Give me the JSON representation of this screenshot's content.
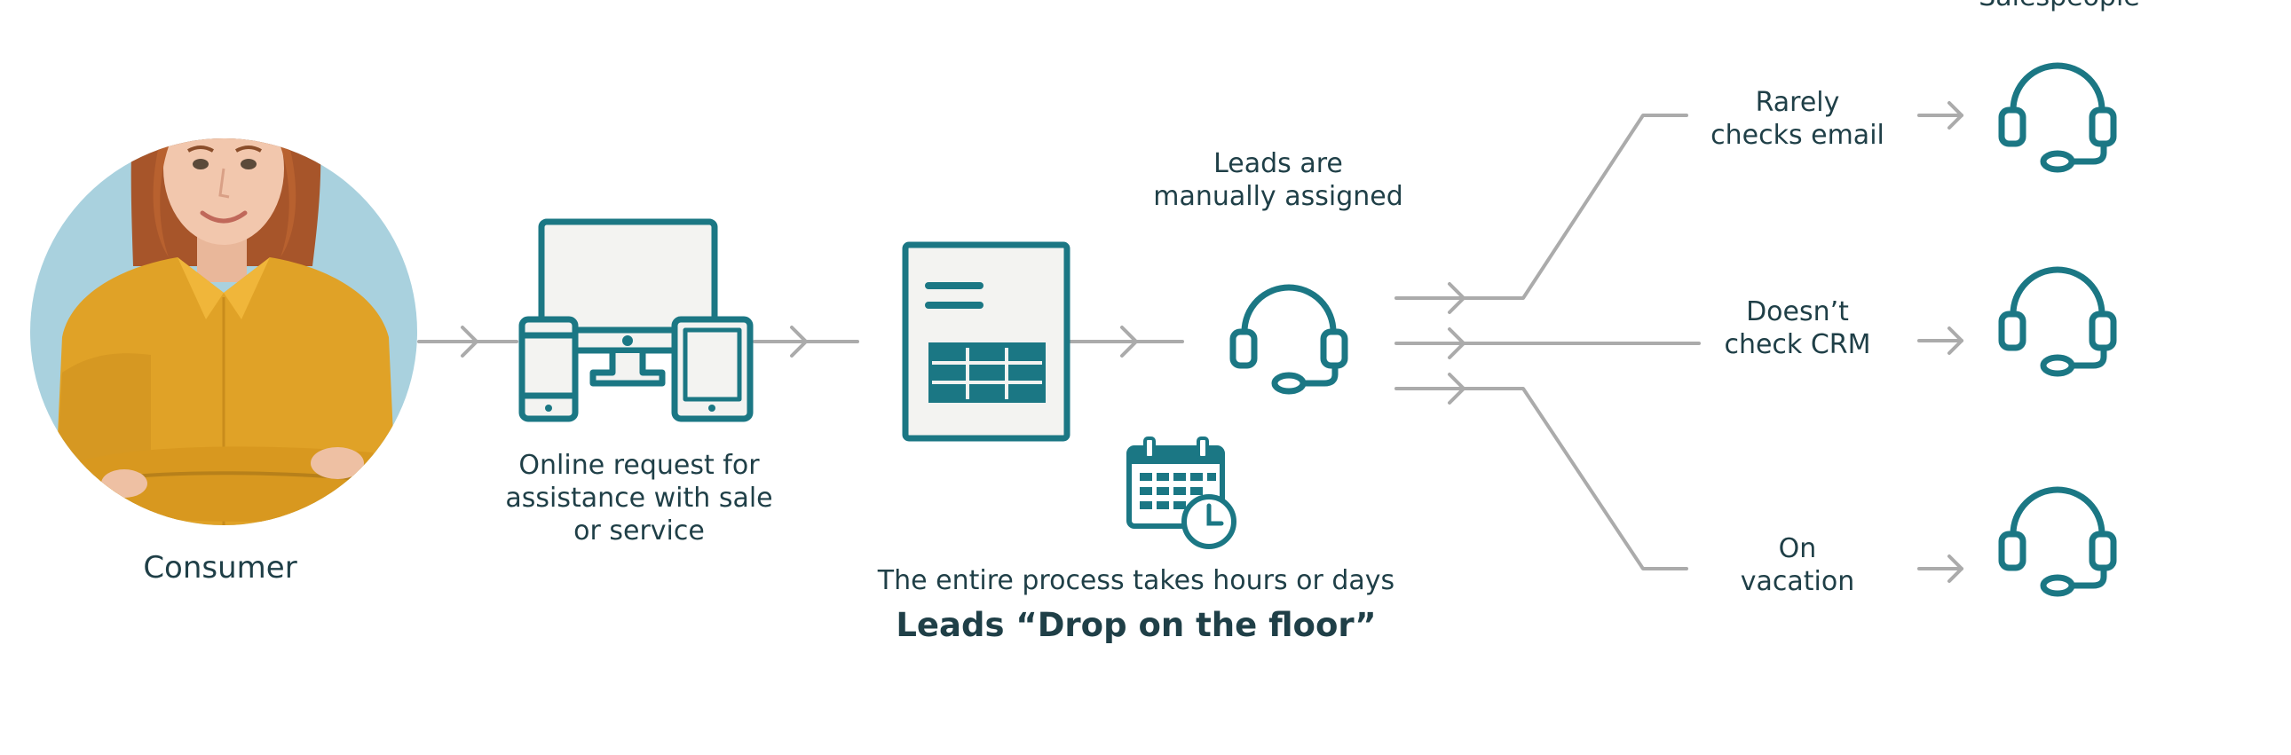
{
  "colors": {
    "teal": "#1b7784",
    "connector": "#ababab",
    "text": "#1f3f47",
    "avatar_bg": "#a9d1de",
    "shirt": "#e0a227",
    "hair": "#b8612f",
    "skin": "#f2c7ad",
    "screen_fill": "#f3f3f1"
  },
  "nodes": {
    "consumer": {
      "label": "Consumer",
      "image": "consumer-photo"
    },
    "online_request": {
      "label": "Online request for\nassistance with sale\nor service",
      "icon": "devices-icon"
    },
    "form": {
      "icon": "form-table-icon"
    },
    "assigner": {
      "caption": "Leads are\nmanually assigned",
      "icon": "headset-icon"
    },
    "process_note": {
      "text": "The entire process takes hours or days",
      "emphasis": "Leads “Drop on the floor”",
      "icon": "calendar-clock-icon"
    },
    "reasons": [
      {
        "text": "Rarely\nchecks email"
      },
      {
        "text": "Doesn’t\ncheck CRM"
      },
      {
        "text": "On\nvacation"
      }
    ],
    "salespeople_title": "Salespeople"
  }
}
